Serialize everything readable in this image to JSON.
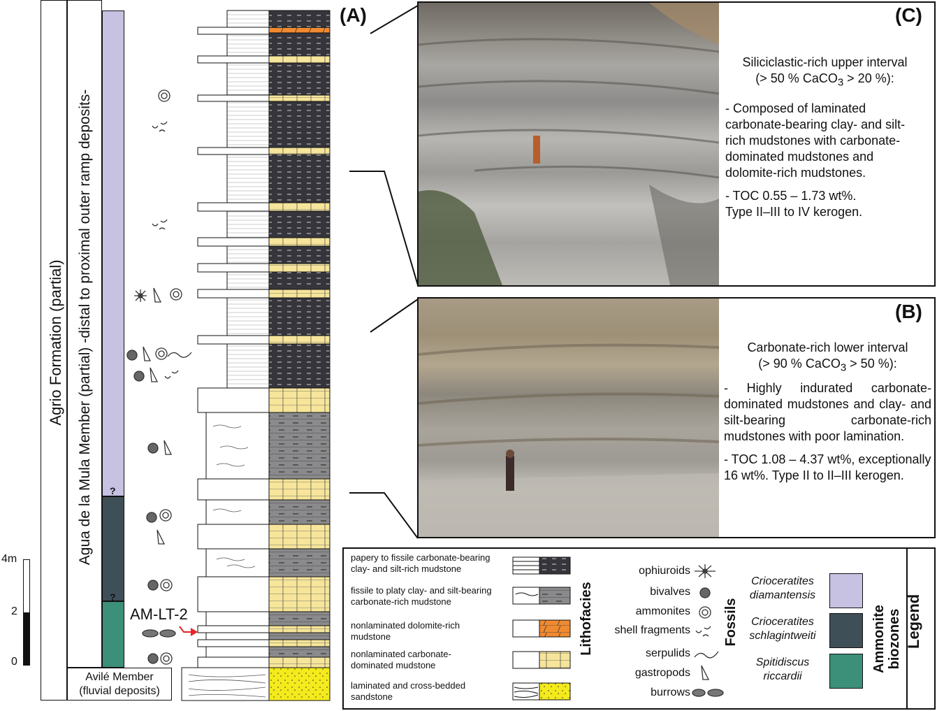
{
  "panels": {
    "a": "(A)",
    "b": "(B)",
    "c": "(C)"
  },
  "columns": {
    "formation": "Agrio Formation (partial)",
    "member": "Agua de la Mula Member (partial) -distal to proximal outer ramp deposits-",
    "avile_line1": "Avilé Member",
    "avile_line2": "(fluvial deposits)",
    "question_mark": "?"
  },
  "scale": {
    "ticks": [
      "4m",
      "2",
      "0"
    ]
  },
  "sample": {
    "label": "AM-LT-2",
    "arrow_color": "#e4242a"
  },
  "panel_c": {
    "title_line1": "Siliciclastic-rich upper interval",
    "title_line2_pre": "(> 50 % CaCO",
    "title_line2_sub": "3",
    "title_line2_post": " > 20 %):",
    "bullet1": "- Composed of laminated carbonate-bearing clay- and silt-rich mudstones with carbonate-dominated mudstones and dolomite-rich mudstones.",
    "bullet2_line1": "- TOC 0.55 – 1.73 wt%.",
    "bullet2_line2": "Type II–III to IV kerogen."
  },
  "panel_b": {
    "title_line1": "Carbonate-rich lower interval",
    "title_line2_pre": "(> 90 % CaCO",
    "title_line2_sub": "3",
    "title_line2_post": " > 50 %):",
    "bullet1": "- Highly indurated carbonate-dominated mudstones and clay- and silt-bearing carbonate-rich mudstones with poor lamination.",
    "bullet2": "- TOC 1.08 – 4.37 wt%, exceptionally 16 wt%. Type II to II–III kerogen."
  },
  "legend": {
    "title": "Legend",
    "lithofacies_title": "Lithofacies",
    "fossils_title": "Fossils",
    "ammonite_title_line1": "Ammonite",
    "ammonite_title_line2": "biozones",
    "lithofacies": [
      {
        "text_line1": "papery to fissile carbonate-bearing",
        "text_line2": "clay- and silt-rich mudstone",
        "color": "#36353c"
      },
      {
        "text_line1": "fissile to platy clay- and silt-bearing",
        "text_line2": "carbonate-rich mudstone",
        "color": "#8a8a8c"
      },
      {
        "text_line1": "nonlaminated dolomite-rich",
        "text_line2": "mudstone",
        "color": "#f08a30"
      },
      {
        "text_line1": "nonlaminated carbonate-",
        "text_line2": "dominated mudstone",
        "color": "#f6e59a"
      },
      {
        "text_line1": "laminated and cross-bedded",
        "text_line2": "sandstone",
        "color": "#f4ea1c"
      }
    ],
    "fossils": [
      "ophiuroids",
      "bivalves",
      "ammonites",
      "shell fragments",
      "serpulids",
      "gastropods",
      "burrows"
    ],
    "biozones": [
      {
        "line1": "Crioceratites",
        "line2": "diamantensis",
        "color": "#c7c1e2"
      },
      {
        "line1": "Crioceratites",
        "line2": "schlagintweiti",
        "color": "#3f4f58"
      },
      {
        "line1": "Spitidiscus",
        "line2": "riccardii",
        "color": "#3c8f78"
      }
    ]
  }
}
